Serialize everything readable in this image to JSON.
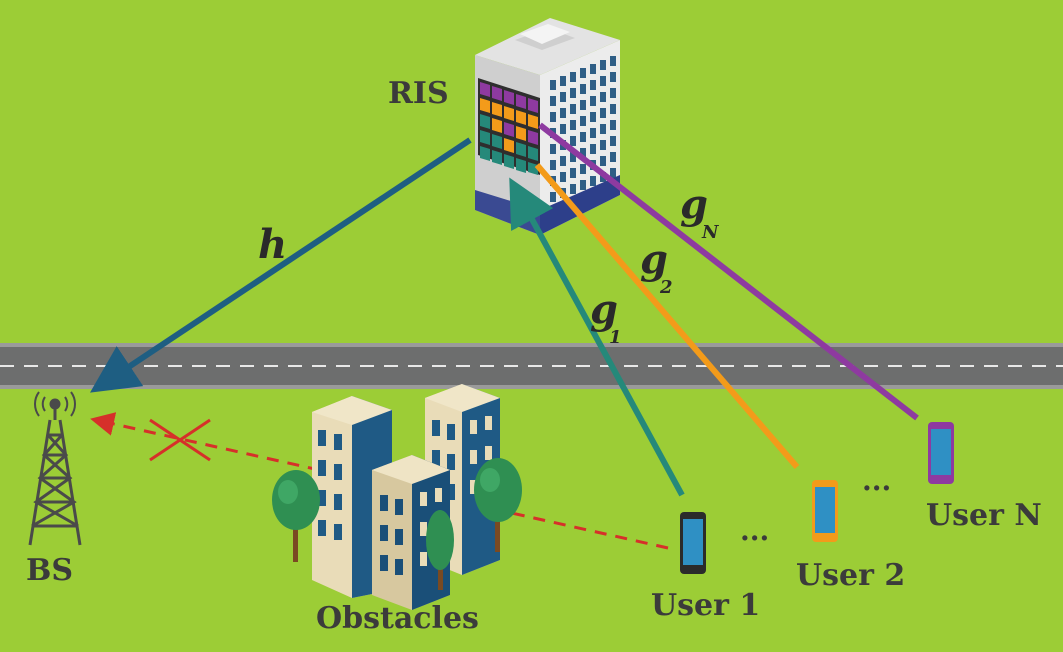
{
  "colors": {
    "background": "#9ccd36",
    "road": "#6d6e6e",
    "link_h": "#1e5e82",
    "link_g1": "#25897a",
    "link_g2": "#f39b1a",
    "link_gN": "#8e3aa0",
    "blocked_link": "#d6302a"
  },
  "labels": {
    "ris": "RIS",
    "bs": "BS",
    "obstacles": "Obstacles",
    "user1": "User 1",
    "user2": "User 2",
    "userN": "User N",
    "dots": "..."
  },
  "channels": {
    "h": "h",
    "g1": "g",
    "g1_sub": "1",
    "g2": "g",
    "g2_sub": "2",
    "gN": "g",
    "gN_sub": "N"
  }
}
